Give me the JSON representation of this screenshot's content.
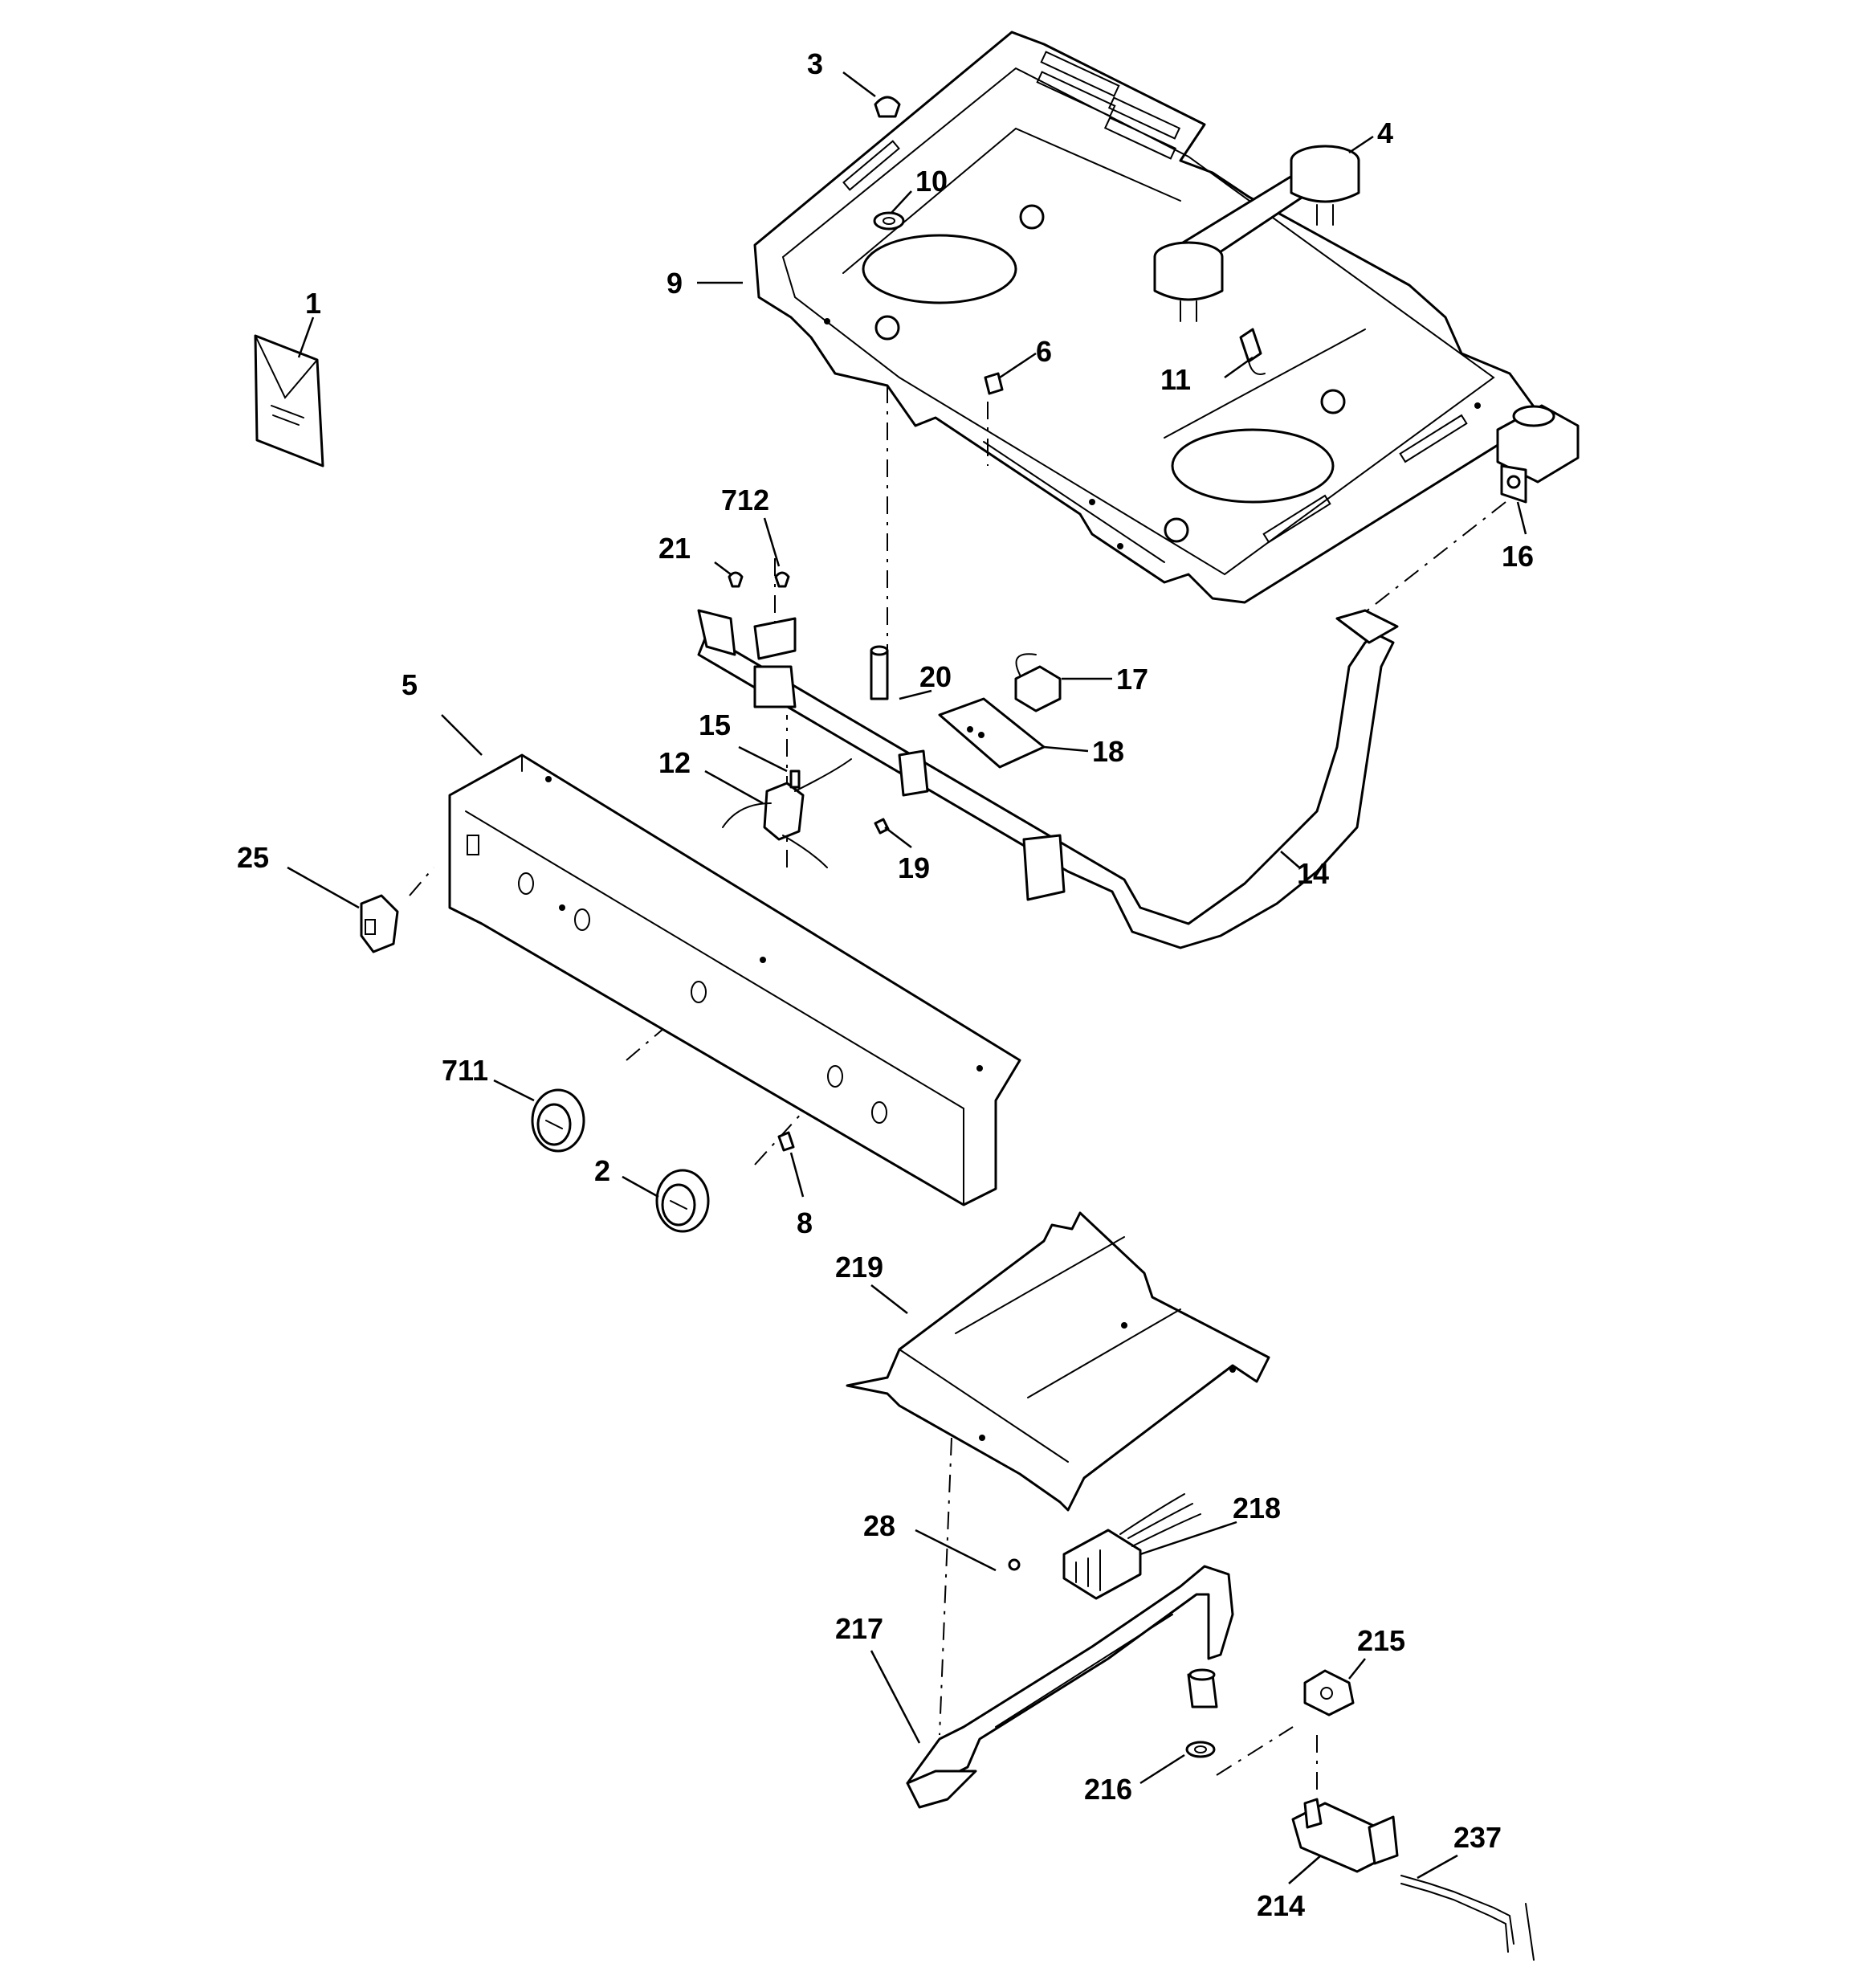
{
  "diagram": {
    "callouts": [
      "1",
      "2",
      "3",
      "4",
      "5",
      "6",
      "8",
      "9",
      "10",
      "11",
      "12",
      "14",
      "15",
      "16",
      "17",
      "18",
      "19",
      "20",
      "21",
      "25",
      "28",
      "214",
      "215",
      "216",
      "217",
      "218",
      "219",
      "237",
      "711",
      "712"
    ]
  },
  "colors": {
    "line": "#000000",
    "background": "#ffffff"
  }
}
